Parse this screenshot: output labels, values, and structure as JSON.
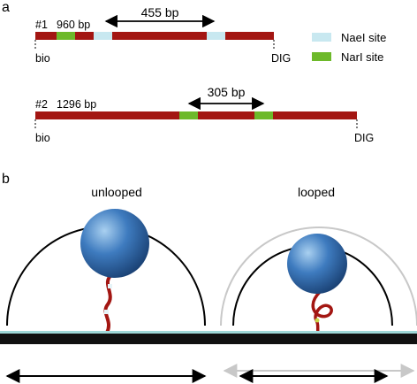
{
  "panel_a": {
    "label": "a",
    "construct1": {
      "id": "#1",
      "length": "960 bp",
      "start_label": "bio",
      "end_label": "DIG",
      "span_label": "455 bp"
    },
    "construct2": {
      "id": "#2",
      "length": "1296 bp",
      "start_label": "bio",
      "end_label": "DIG",
      "span_label": "305 bp"
    },
    "legend": [
      {
        "label": "NaeI site",
        "color": "#c8e8f0"
      },
      {
        "label": "NarI site",
        "color": "#6db92a"
      }
    ],
    "colors": {
      "dna": "#a31612"
    }
  },
  "panel_b": {
    "label": "b",
    "unlooped_label": "unlooped",
    "looped_label": "looped",
    "colors": {
      "bead_dark": "#1f4e88",
      "bead_light": "#9fc8ec",
      "surface": "#111111",
      "surface_edge": "#9fd8d8",
      "tether": "#a31612",
      "arc_active": "#000000",
      "arc_faint": "#c8c8c8"
    }
  }
}
